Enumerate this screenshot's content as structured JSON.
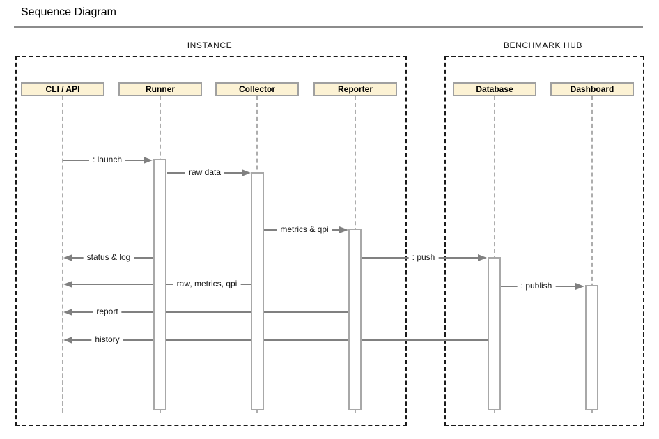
{
  "title": "Sequence Diagram",
  "frames": [
    {
      "label": "INSTANCE"
    },
    {
      "label": "BENCHMARK HUB"
    }
  ],
  "actors": [
    {
      "label": "CLI / API",
      "frame": "INSTANCE"
    },
    {
      "label": "Runner",
      "frame": "INSTANCE"
    },
    {
      "label": "Collector",
      "frame": "INSTANCE"
    },
    {
      "label": "Reporter",
      "frame": "INSTANCE"
    },
    {
      "label": "Database",
      "frame": "BENCHMARK HUB"
    },
    {
      "label": "Dashboard",
      "frame": "BENCHMARK HUB"
    }
  ],
  "messages": [
    {
      "label": ": launch",
      "from": "CLI / API",
      "to": "Runner",
      "direction": "right"
    },
    {
      "label": "raw data",
      "from": "Runner",
      "to": "Collector",
      "direction": "right"
    },
    {
      "label": "metrics & qpi",
      "from": "Collector",
      "to": "Reporter",
      "direction": "right"
    },
    {
      "label": "status & log",
      "from": "Runner",
      "to": "CLI / API",
      "direction": "left"
    },
    {
      "label": ": push",
      "from": "Reporter",
      "to": "Database",
      "direction": "right"
    },
    {
      "label": "raw, metrics, qpi",
      "from": "Collector",
      "to": "CLI / API",
      "direction": "left"
    },
    {
      "label": ": publish",
      "from": "Database",
      "to": "Dashboard",
      "direction": "right"
    },
    {
      "label": "report",
      "from": "Reporter",
      "to": "CLI / API",
      "direction": "left"
    },
    {
      "label": "history",
      "from": "Database",
      "to": "CLI / API",
      "direction": "left"
    }
  ],
  "colors": {
    "actor_fill": "#fcf2d4",
    "actor_border": "#a0a0a0",
    "lifeline": "#adadad",
    "message": "#808080",
    "frame_border": "#1a1a1a",
    "title_rule": "#8c8c8c",
    "text": "#000000"
  }
}
